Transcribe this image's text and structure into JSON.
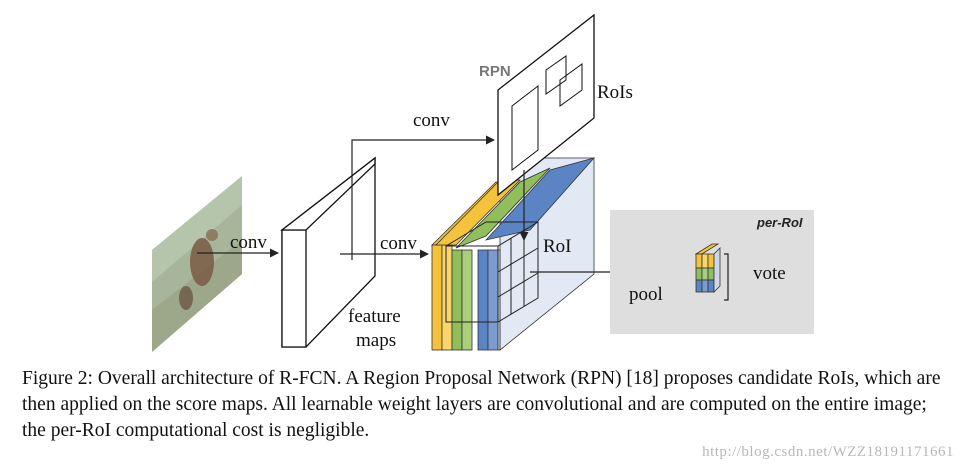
{
  "diagram": {
    "labels": {
      "conv_input": "conv",
      "conv_top": "conv",
      "conv_mid": "conv",
      "rpn": "RPN",
      "rois": "RoIs",
      "roi": "RoI",
      "feature_line1": "feature",
      "feature_line2": "maps",
      "pool": "pool",
      "per_roi": "per-RoI",
      "vote": "vote"
    },
    "colors": {
      "yellow": "#f5c33b",
      "green": "#8fbe5a",
      "blue": "#5b84c4",
      "light_blue": "#e2e9f5",
      "panel_gray": "#dedede"
    }
  },
  "caption": "Figure 2: Overall architecture of R-FCN. A Region Proposal Network (RPN) [18] proposes candidate RoIs, which are then applied on the score maps. All learnable weight layers are convolutional and are computed on the entire image; the per-RoI computational cost is negligible.",
  "watermark": "http://blog.csdn.net/WZZ18191171661"
}
